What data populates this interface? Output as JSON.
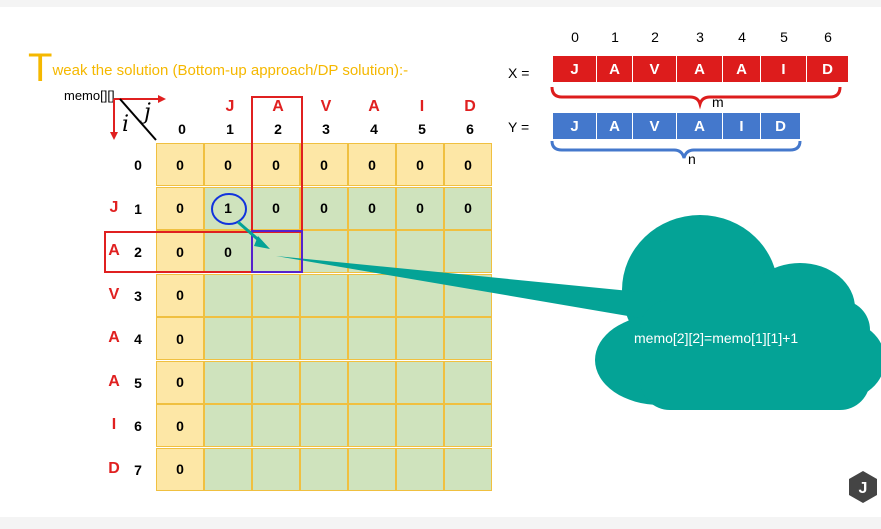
{
  "title": {
    "first_letter": "T",
    "rest": "weak the solution (Bottom-up approach/DP solution):-"
  },
  "memo_label": "memo[][]",
  "axis": {
    "i": "i",
    "j": "j"
  },
  "grid": {
    "col_letters": [
      "",
      "J",
      "A",
      "V",
      "A",
      "I",
      "D"
    ],
    "col_indices": [
      "0",
      "1",
      "2",
      "3",
      "4",
      "5",
      "6"
    ],
    "row_letters": [
      "",
      "J",
      "A",
      "V",
      "A",
      "A",
      "I",
      "D"
    ],
    "row_indices": [
      "0",
      "1",
      "2",
      "3",
      "4",
      "5",
      "6",
      "7"
    ],
    "rows": [
      [
        "0",
        "0",
        "0",
        "0",
        "0",
        "0",
        "0"
      ],
      [
        "0",
        "1",
        "0",
        "0",
        "0",
        "0",
        "0"
      ],
      [
        "0",
        "0",
        "",
        "",
        "",
        "",
        ""
      ],
      [
        "0",
        "",
        "",
        "",
        "",
        "",
        ""
      ],
      [
        "0",
        "",
        "",
        "",
        "",
        "",
        ""
      ],
      [
        "0",
        "",
        "",
        "",
        "",
        "",
        ""
      ],
      [
        "0",
        "",
        "",
        "",
        "",
        "",
        ""
      ],
      [
        "0",
        "",
        "",
        "",
        "",
        "",
        ""
      ]
    ]
  },
  "x_seq": {
    "label": "X =",
    "indices": [
      "0",
      "1",
      "2",
      "3",
      "4",
      "5",
      "6"
    ],
    "letters": [
      "J",
      "A",
      "V",
      "A",
      "A",
      "I",
      "D"
    ],
    "brace_label": "m"
  },
  "y_seq": {
    "label": "Y =",
    "letters": [
      "J",
      "A",
      "V",
      "A",
      "I",
      "D"
    ],
    "brace_label": "n"
  },
  "callout": "memo[2][2]=memo[1][1]+1",
  "colors": {
    "title": "#f5b800",
    "red": "#dd1c1c",
    "blue": "#4478cc",
    "teal": "#04a396",
    "yellow_cell": "#fde7a6",
    "green_cell": "#cfe3bd"
  },
  "logo": {
    "letter": "J"
  }
}
